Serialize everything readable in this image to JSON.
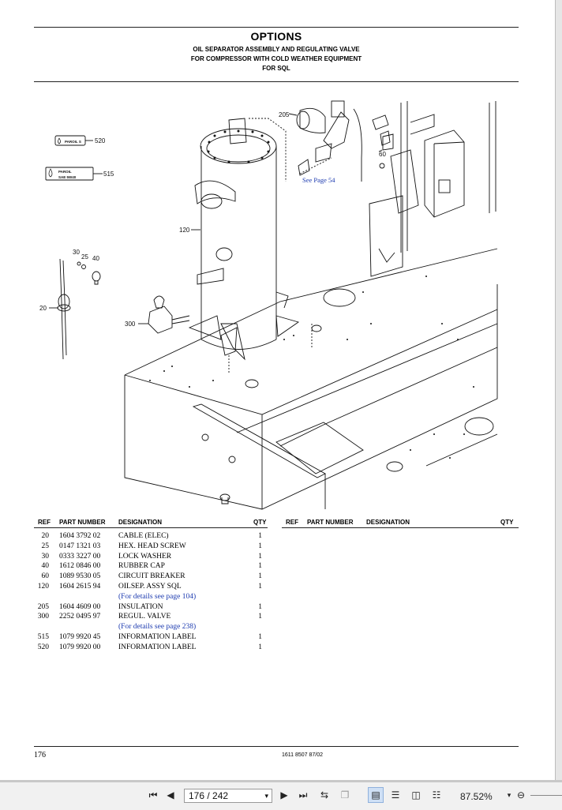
{
  "header": {
    "title": "OPTIONS",
    "sub1": "OIL SEPARATOR ASSEMBLY AND REGULATING VALVE",
    "sub2": "FOR COMPRESSOR WITH COLD WEATHER EQUIPMENT",
    "sub3": "FOR SQL"
  },
  "diagram": {
    "callouts": [
      "205",
      "60",
      "520",
      "515",
      "30",
      "25",
      "40",
      "20",
      "120",
      "300"
    ],
    "see_page": "See Page 54",
    "label_520": "PAROIL S",
    "label_515_a": "PAROIL",
    "label_515_b": "SAE 5W40"
  },
  "table": {
    "columns": {
      "ref": "REF",
      "part": "PART NUMBER",
      "designation": "DESIGNATION",
      "qty": "QTY"
    },
    "rows": [
      {
        "ref": "20",
        "part": "1604 3792 02",
        "designation": "CABLE (ELEC)",
        "qty": "1"
      },
      {
        "ref": "25",
        "part": "0147 1321 03",
        "designation": "HEX. HEAD SCREW",
        "qty": "1"
      },
      {
        "ref": "30",
        "part": "0333 3227 00",
        "designation": "LOCK WASHER",
        "qty": "1"
      },
      {
        "ref": "40",
        "part": "1612 0846 00",
        "designation": "RUBBER CAP",
        "qty": "1"
      },
      {
        "ref": "60",
        "part": "1089 9530 05",
        "designation": "CIRCUIT BREAKER",
        "qty": "1"
      },
      {
        "ref": "120",
        "part": "1604 2615 94",
        "designation": "OILSEP. ASSY SQL",
        "qty": "1"
      },
      {
        "ref": "",
        "part": "",
        "designation": "(For details see page 104)",
        "qty": "",
        "link": true
      },
      {
        "ref": "205",
        "part": "1604 4609 00",
        "designation": "INSULATION",
        "qty": "1"
      },
      {
        "ref": "300",
        "part": "2252 0495 97",
        "designation": "REGUL. VALVE",
        "qty": "1"
      },
      {
        "ref": "",
        "part": "",
        "designation": "(For details see page 238)",
        "qty": "",
        "link": true
      },
      {
        "ref": "515",
        "part": "1079 9920 45",
        "designation": "INFORMATION LABEL",
        "qty": "1"
      },
      {
        "ref": "520",
        "part": "1079 9920 00",
        "designation": "INFORMATION LABEL",
        "qty": "1"
      }
    ]
  },
  "footer": {
    "page_number": "176",
    "doc_code": "1611 8507 87/02"
  },
  "viewer": {
    "page_field": "176 / 242",
    "zoom": "87.52%",
    "icons": [
      "first-page-icon",
      "prev-page-icon",
      "next-page-icon",
      "last-page-icon",
      "sync-icon",
      "copy-icon",
      "single-page-icon",
      "continuous-icon",
      "facing-icon",
      "facing-continuous-icon",
      "zoom-out-icon"
    ]
  }
}
